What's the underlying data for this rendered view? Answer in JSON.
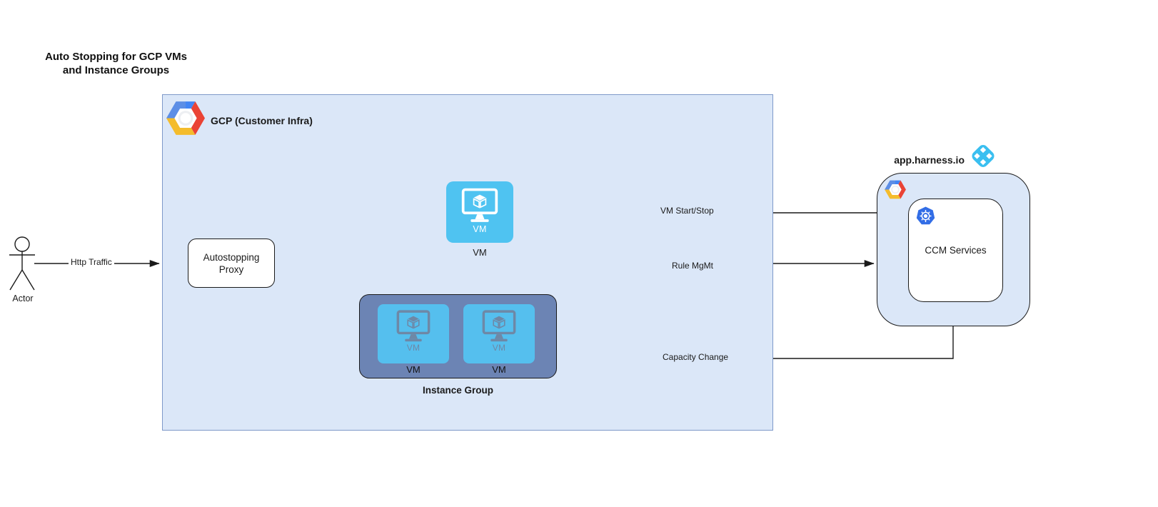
{
  "title": {
    "line1": "Auto Stopping for GCP VMs",
    "line2": "and Instance Groups"
  },
  "actor": {
    "label": "Actor"
  },
  "gcp_box": {
    "label": "GCP (Customer Infra)",
    "logo": "gcp-logo"
  },
  "proxy": {
    "line1": "Autostopping",
    "line2": "Proxy"
  },
  "vm": {
    "icon_text": "VM",
    "label": "VM",
    "icon": "vm-monitor-icon"
  },
  "instance_group": {
    "label": "Instance Group",
    "vms": [
      {
        "icon_text": "VM",
        "label": "VM"
      },
      {
        "icon_text": "VM",
        "label": "VM"
      }
    ]
  },
  "harness": {
    "label": "app.harness.io",
    "logo": "harness-logo",
    "gcp_logo": "gcp-logo",
    "ccm": {
      "label": "CCM Services",
      "icon": "kubernetes-icon"
    }
  },
  "edges": {
    "http_traffic": "Http Traffic",
    "vm_start_stop": "VM Start/Stop",
    "rule_mgmt": "Rule MgMt",
    "capacity_change": "Capacity Change"
  },
  "colors": {
    "container_fill": "#dbe7f8",
    "container_stroke": "#7e99c9",
    "wire_stroke": "#1a1a1a",
    "vm_blue": "#4fc3f1",
    "vm_blue_inner": "#55bfee",
    "vm_glyph_muted": "#6e88a6",
    "instance_group_fill": "#6c84b4",
    "harness_blue": "#3abff0",
    "k8s_blue": "#326de6",
    "gcp_blue": "#4285f4",
    "gcp_light_blue": "#5c8ee6",
    "gcp_red": "#ea4335",
    "gcp_yellow": "#f4bc2c"
  }
}
